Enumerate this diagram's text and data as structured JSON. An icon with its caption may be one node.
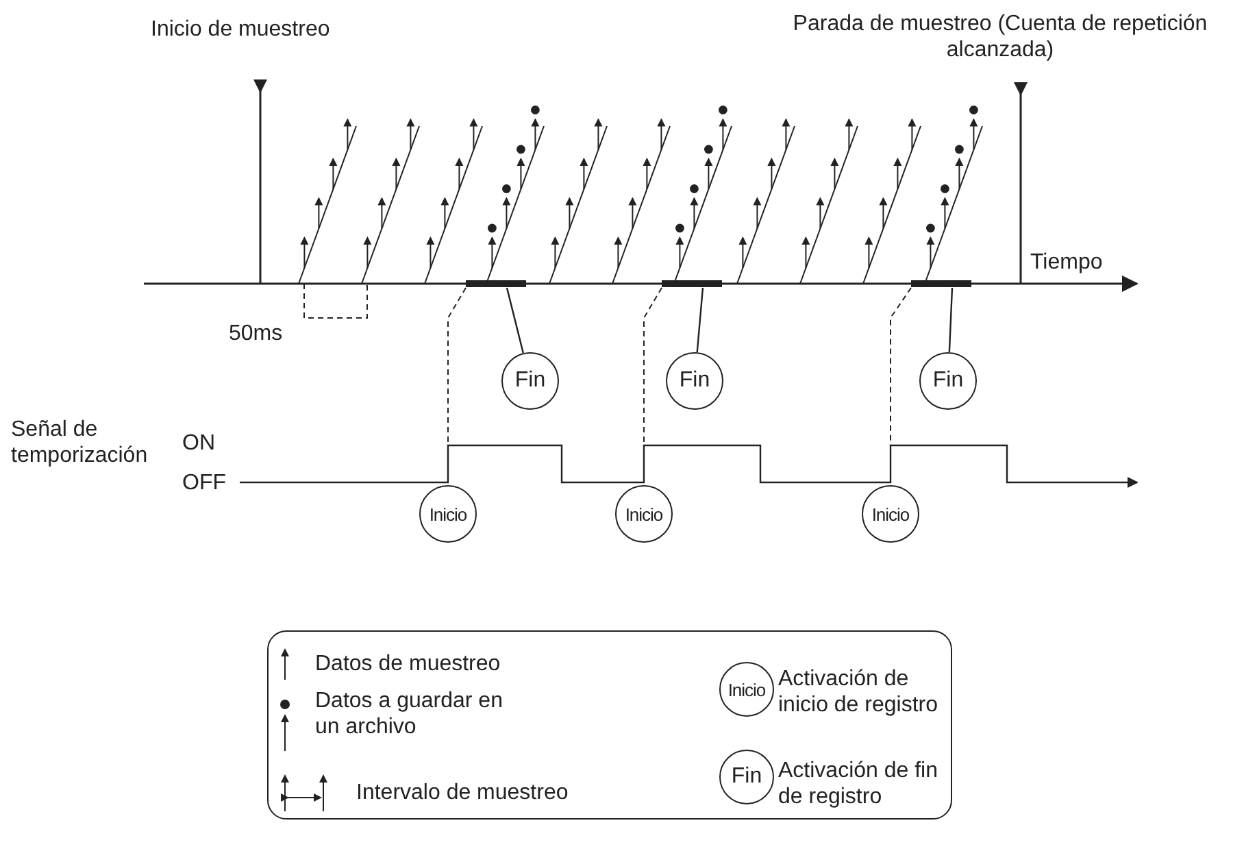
{
  "diagram": {
    "nodes": [
      {
        "text": [
          "Fin"
        ]
      },
      {
        "text": [
          "Fin"
        ]
      },
      {
        "text": [
          "Fin"
        ]
      },
      {
        "text": [
          "Inicio"
        ]
      },
      {
        "text": [
          "Inicio"
        ]
      },
      {
        "text": [
          "Inicio"
        ]
      },
      {
        "text": [
          "Inicio"
        ]
      },
      {
        "text": [
          "Fin"
        ]
      }
    ],
    "edges": [
      {
        "from": null,
        "to": 0,
        "arrow": "none"
      },
      {
        "from": null,
        "to": 1,
        "arrow": "none"
      },
      {
        "from": null,
        "to": 2,
        "arrow": "none"
      }
    ],
    "labels": [
      "Inicio de muestreo",
      "Parada de muestreo (Cuenta de repetición alcanzada)",
      "Tiempo",
      "50ms",
      "Señal de temporización",
      "ON",
      "OFF"
    ],
    "legend": [
      {
        "text": "Datos de muestreo"
      },
      {
        "text": "Datos a guardar en un archivo"
      },
      {
        "text": "Intervalo de muestreo"
      },
      {
        "text": "Activación de inicio de registro"
      },
      {
        "text": "Activación de fin de registro"
      }
    ]
  }
}
